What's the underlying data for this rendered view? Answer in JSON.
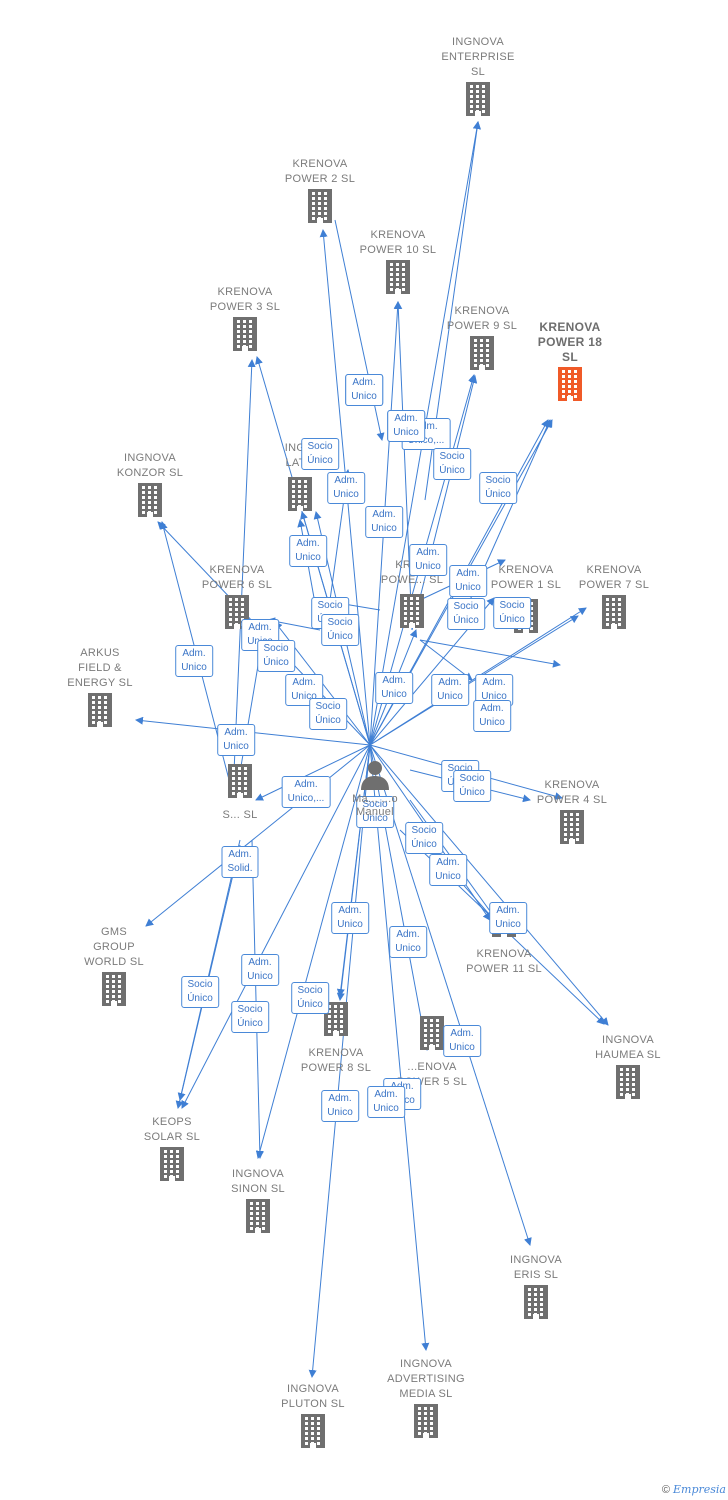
{
  "center_person": {
    "label_line1": "Ma...   ...o",
    "label_line2": "Manuel"
  },
  "nodes": [
    {
      "id": "enterprise",
      "label": "INGNOVA\nENTERPRISE\nSL"
    },
    {
      "id": "kp2",
      "label": "KRENOVA\nPOWER 2  SL"
    },
    {
      "id": "kp10",
      "label": "KRENOVA\nPOWER 10  SL"
    },
    {
      "id": "kp3",
      "label": "KRENOVA\nPOWER 3  SL"
    },
    {
      "id": "kp9",
      "label": "KRENOVA\nPOWER 9  SL"
    },
    {
      "id": "kp18",
      "label": "KRENOVA\nPOWER 18\nSL"
    },
    {
      "id": "konzor",
      "label": "INGNOVA\nKONZOR  SL"
    },
    {
      "id": "lat",
      "label": "ING...\nLAT..."
    },
    {
      "id": "kp6",
      "label": "KRENOVA\nPOWER 6  SL"
    },
    {
      "id": "kpc",
      "label": "KRE...\nPOWE... SL"
    },
    {
      "id": "kp1",
      "label": "KRENOVA\nPOWER 1  SL"
    },
    {
      "id": "kp7",
      "label": "KRENOVA\nPOWER 7  SL"
    },
    {
      "id": "arkus",
      "label": "ARKUS\nFIELD &\nENERGY  SL"
    },
    {
      "id": "kp4",
      "label": "KRENOVA\nPOWER 4  SL"
    },
    {
      "id": "s_sl",
      "label": "S...  SL"
    },
    {
      "id": "gms",
      "label": "GMS\nGROUP\nWORLD  SL"
    },
    {
      "id": "kp11",
      "label": "KRENOVA\nPOWER 11  SL"
    },
    {
      "id": "kp8",
      "label": "KRENOVA\nPOWER 8  SL"
    },
    {
      "id": "haumea",
      "label": "INGNOVA\nHAUMEA  SL"
    },
    {
      "id": "kp5",
      "label": "...ENOVA\nPOWER 5  SL"
    },
    {
      "id": "keops",
      "label": "KEOPS\nSOLAR  SL"
    },
    {
      "id": "sinon",
      "label": "INGNOVA\nSINON  SL"
    },
    {
      "id": "eris",
      "label": "INGNOVA\nERIS  SL"
    },
    {
      "id": "pluton",
      "label": "INGNOVA\nPLUTON  SL"
    },
    {
      "id": "advertising",
      "label": "INGNOVA\nADVERTISING\nMEDIA  SL"
    }
  ],
  "edge_labels": [
    {
      "text": "Socio\nÚnico"
    },
    {
      "text": "Socio\nÚnico"
    },
    {
      "text": "Adm.\nÚnico,..."
    },
    {
      "text": "Socio\nÚnico"
    },
    {
      "text": "Socio\nÚnico"
    },
    {
      "text": "Socio\nÚnico"
    },
    {
      "text": "Adm.\nUnico"
    },
    {
      "text": "Adm.\nUnico"
    },
    {
      "text": "Adm.\nUnico"
    },
    {
      "text": "Adm.\nUnico"
    },
    {
      "text": "Adm.\nUnico"
    },
    {
      "text": "Socio\nÚnico"
    },
    {
      "text": "Socio\nÚnico"
    },
    {
      "text": "Socio\nÚnico"
    },
    {
      "text": "Adm.\nUnico"
    },
    {
      "text": "Socio\nÚnico"
    },
    {
      "text": "Adm.\nUnico"
    },
    {
      "text": "Socio\nÚnico"
    },
    {
      "text": "Adm.\nUnico"
    },
    {
      "text": "Adm.\nUnico"
    },
    {
      "text": "Adm.\nUnico"
    },
    {
      "text": "Adm.\nUnico"
    },
    {
      "text": "Socio\nÚnico"
    },
    {
      "text": "Adm.\nUnico"
    },
    {
      "text": "Adm.\nUnico"
    },
    {
      "text": "Socio\nÚnico"
    },
    {
      "text": "Adm.\nUnico,..."
    },
    {
      "text": "Socio\nÚnico"
    },
    {
      "text": "Socio\nÚnico"
    },
    {
      "text": "Socio\nÚnico"
    },
    {
      "text": "Adm.\nSolid."
    },
    {
      "text": "Socio\nÚnico"
    },
    {
      "text": "Adm.\nUnico"
    },
    {
      "text": "Adm.\nUnico"
    },
    {
      "text": "Adm.\nUnico"
    },
    {
      "text": "Adm.\nUnico"
    },
    {
      "text": "Socio\nÚnico"
    },
    {
      "text": "Adm.\nUnico"
    },
    {
      "text": "Socio\nÚnico"
    },
    {
      "text": "Adm.\nUnico"
    },
    {
      "text": "Adm.\nUnico"
    },
    {
      "text": "Adm.\nUnico"
    },
    {
      "text": "Adm.\nUnico"
    },
    {
      "text": "Adm.\nUnico"
    },
    {
      "text": "Adm.\nUnico"
    }
  ],
  "colors": {
    "edge": "#3f7fd4",
    "building": "#6f6f6f",
    "highlight": "#f05a28",
    "person": "#6f6f6f"
  },
  "footer": {
    "copyright": "©",
    "brand": "Empresia"
  }
}
